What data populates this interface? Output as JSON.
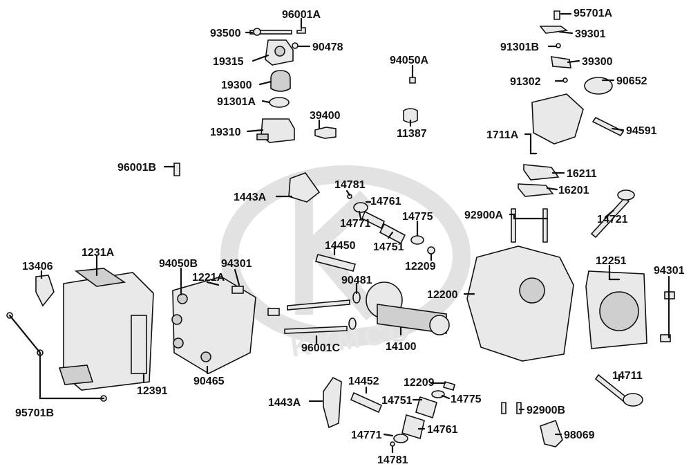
{
  "watermark": {
    "brand": "KYMCO"
  },
  "parts": [
    {
      "id": "p96001A",
      "label": "96001A"
    },
    {
      "id": "p93500",
      "label": "93500"
    },
    {
      "id": "p90478",
      "label": "90478"
    },
    {
      "id": "p19315",
      "label": "19315"
    },
    {
      "id": "p19300",
      "label": "19300"
    },
    {
      "id": "p91301A",
      "label": "91301A"
    },
    {
      "id": "p39400",
      "label": "39400"
    },
    {
      "id": "p19310",
      "label": "19310"
    },
    {
      "id": "p94050A",
      "label": "94050A"
    },
    {
      "id": "p11387",
      "label": "11387"
    },
    {
      "id": "p95701A",
      "label": "95701A"
    },
    {
      "id": "p39301",
      "label": "39301"
    },
    {
      "id": "p91301B",
      "label": "91301B"
    },
    {
      "id": "p39300",
      "label": "39300"
    },
    {
      "id": "p91302",
      "label": "91302"
    },
    {
      "id": "p90652",
      "label": "90652"
    },
    {
      "id": "p1711A",
      "label": "1711A"
    },
    {
      "id": "p94591",
      "label": "94591"
    },
    {
      "id": "p96001B",
      "label": "96001B"
    },
    {
      "id": "p16211",
      "label": "16211"
    },
    {
      "id": "p16201",
      "label": "16201"
    },
    {
      "id": "p14781a",
      "label": "14781"
    },
    {
      "id": "p1443Aa",
      "label": "1443A"
    },
    {
      "id": "p14761a",
      "label": "14761"
    },
    {
      "id": "p14771a",
      "label": "14771"
    },
    {
      "id": "p14775a",
      "label": "14775"
    },
    {
      "id": "p92900A",
      "label": "92900A"
    },
    {
      "id": "p14721",
      "label": "14721"
    },
    {
      "id": "p14751a",
      "label": "14751"
    },
    {
      "id": "p14450",
      "label": "14450"
    },
    {
      "id": "p12209a",
      "label": "12209"
    },
    {
      "id": "p1231A",
      "label": "1231A"
    },
    {
      "id": "p13406",
      "label": "13406"
    },
    {
      "id": "p94050B",
      "label": "94050B"
    },
    {
      "id": "p94301a",
      "label": "94301"
    },
    {
      "id": "p1221A",
      "label": "1221A"
    },
    {
      "id": "p90481",
      "label": "90481"
    },
    {
      "id": "p12200",
      "label": "12200"
    },
    {
      "id": "p12251",
      "label": "12251"
    },
    {
      "id": "p94301b",
      "label": "94301"
    },
    {
      "id": "p96001C",
      "label": "96001C"
    },
    {
      "id": "p14100",
      "label": "14100"
    },
    {
      "id": "p12391",
      "label": "12391"
    },
    {
      "id": "p90465",
      "label": "90465"
    },
    {
      "id": "p95701B",
      "label": "95701B"
    },
    {
      "id": "p14452",
      "label": "14452"
    },
    {
      "id": "p12209b",
      "label": "12209"
    },
    {
      "id": "p14711",
      "label": "14711"
    },
    {
      "id": "p14751b",
      "label": "14751"
    },
    {
      "id": "p14775b",
      "label": "14775"
    },
    {
      "id": "p1443Ab",
      "label": "1443A"
    },
    {
      "id": "p92900B",
      "label": "92900B"
    },
    {
      "id": "p14761b",
      "label": "14761"
    },
    {
      "id": "p14771b",
      "label": "14771"
    },
    {
      "id": "p98069",
      "label": "98069"
    },
    {
      "id": "p14781b",
      "label": "14781"
    }
  ]
}
